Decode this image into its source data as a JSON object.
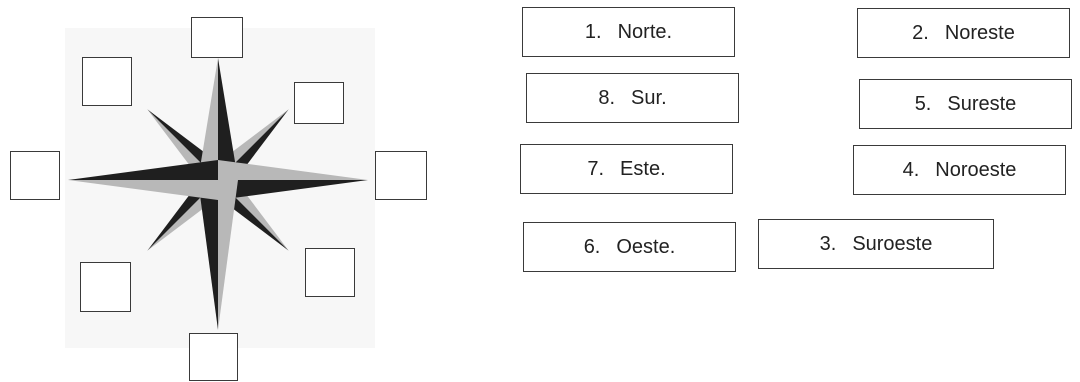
{
  "colors": {
    "dark_point": "#1f1f1f",
    "light_point": "#b8b8b8",
    "box_border": "#3a3a3a",
    "background_panel": "#f7f7f7"
  },
  "labels": [
    {
      "number": "1.",
      "text": "Norte."
    },
    {
      "number": "2.",
      "text": "Noreste"
    },
    {
      "number": "8.",
      "text": "Sur."
    },
    {
      "number": "5.",
      "text": "Sureste"
    },
    {
      "number": "7.",
      "text": "Este."
    },
    {
      "number": "4.",
      "text": "Noroeste"
    },
    {
      "number": "6.",
      "text": "Oeste."
    },
    {
      "number": "3.",
      "text": "Suroeste"
    }
  ],
  "answer_boxes": [
    {
      "direction": "north",
      "value": ""
    },
    {
      "direction": "northeast",
      "value": ""
    },
    {
      "direction": "east",
      "value": ""
    },
    {
      "direction": "southeast",
      "value": ""
    },
    {
      "direction": "south",
      "value": ""
    },
    {
      "direction": "southwest",
      "value": ""
    },
    {
      "direction": "west",
      "value": ""
    },
    {
      "direction": "northwest",
      "value": ""
    }
  ]
}
